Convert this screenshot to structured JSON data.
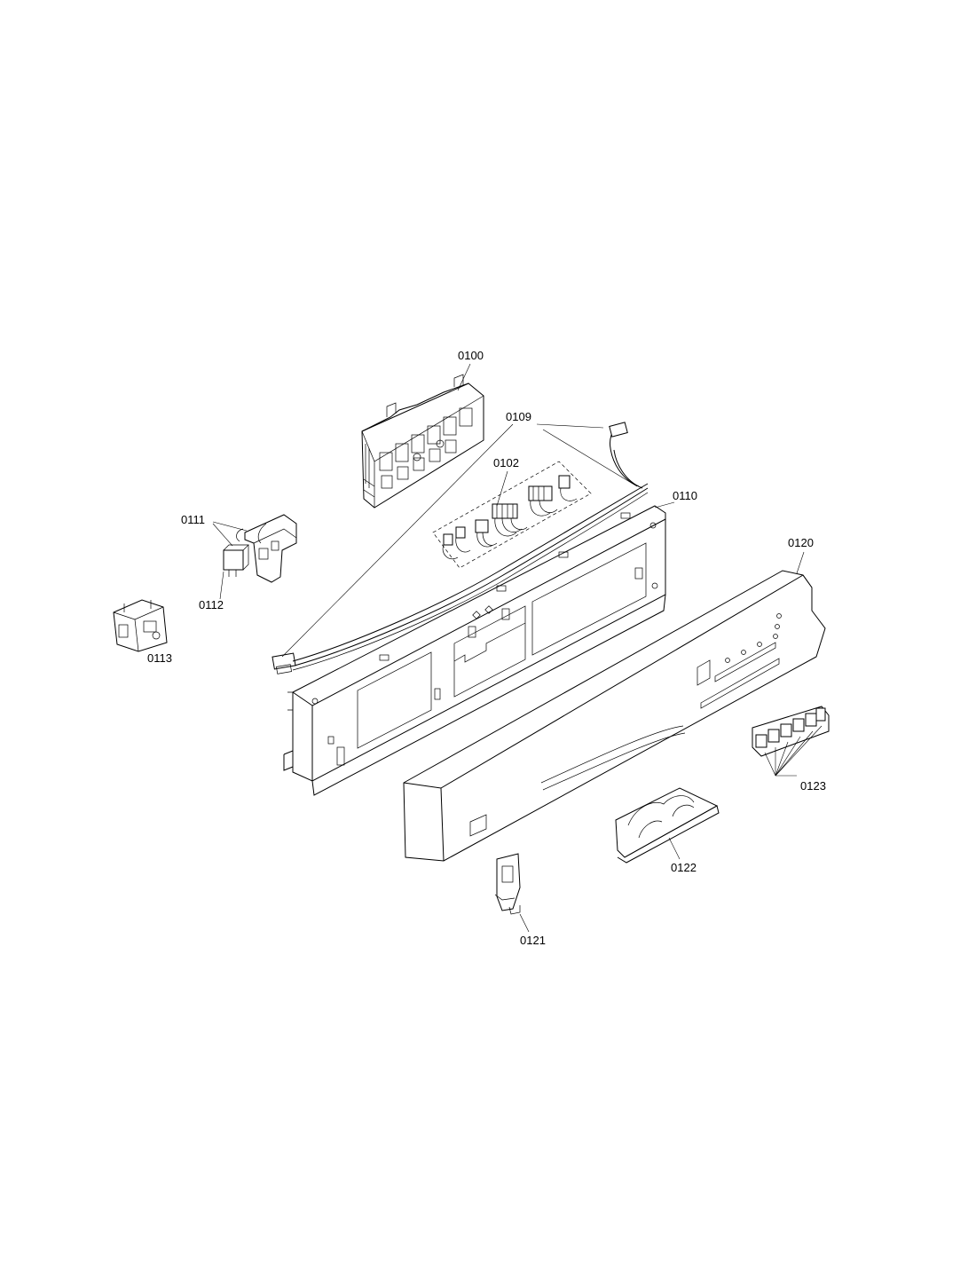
{
  "labels": {
    "p0100": "0100",
    "p0102": "0102",
    "p0109": "0109",
    "p0110": "0110",
    "p0111": "0111",
    "p0112": "0112",
    "p0113": "0113",
    "p0120": "0120",
    "p0121": "0121",
    "p0122": "0122",
    "p0123": "0123"
  }
}
